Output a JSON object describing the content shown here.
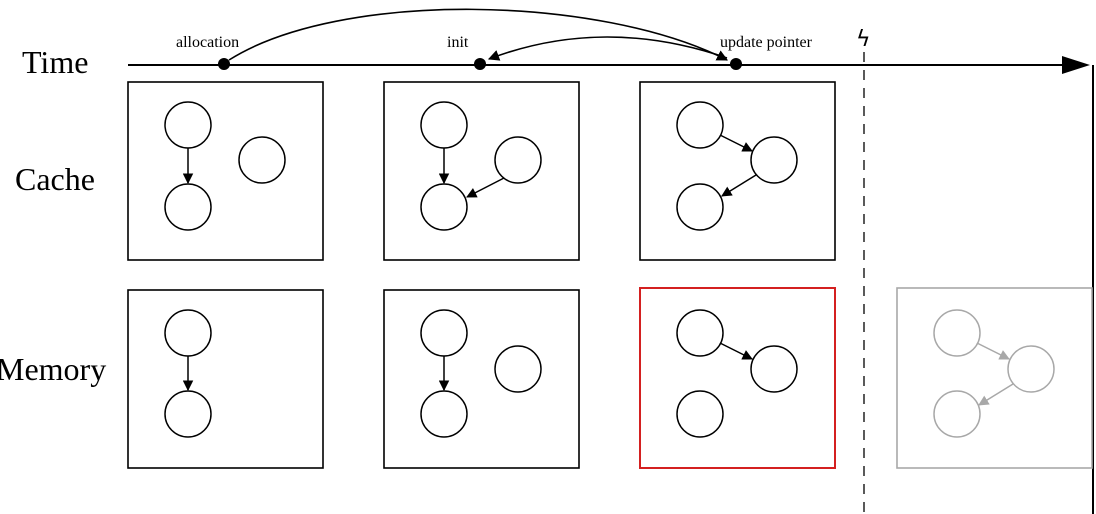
{
  "rows": {
    "time": "Time",
    "cache": "Cache",
    "memory": "Memory"
  },
  "events": {
    "allocation": "allocation",
    "init": "init",
    "update_pointer": "update pointer"
  },
  "crash_symbol": "ϟ",
  "colors": {
    "line": "#000000",
    "persisted_border": "#d42020",
    "faded": "#a8a8a8"
  }
}
